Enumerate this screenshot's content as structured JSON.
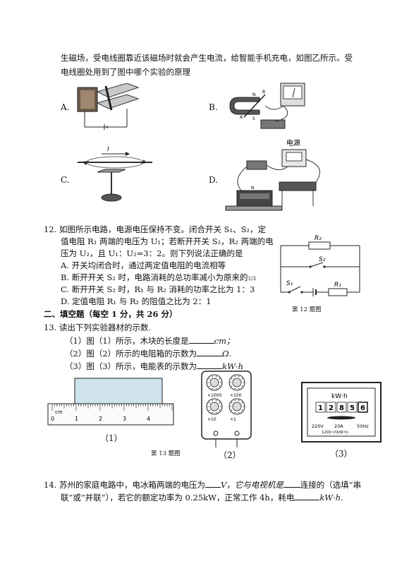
{
  "intro": {
    "line1": "生磁场，受电线圈靠近该磁场时就会产生电流，给智能手机充电，如图乙所示。受",
    "line2": "电线圈处用到了图中哪个实验的原理"
  },
  "q11": {
    "optA": "A.",
    "optB": "B.",
    "optC": "C.",
    "optD": "D.",
    "figB_n": "N",
    "figB_s": "S",
    "figB_a": "A",
    "figB_b": "B",
    "figC_i": "I",
    "figD_source": "电源",
    "figD_n": "N"
  },
  "q12": {
    "l1": "12.  如图所示电路，电源电压保持不变。闭合开关 S₁、S₂，定",
    "l2": "值电阻 R₁ 两端的电压为 U₁；若断开开关 S₂，R₂ 两端的电",
    "l3": "压为 U₂，且 U₁：U₂=3：2。则下列说法正确的是",
    "a": "A.  开关均闭合时，通过两定值电阻的电流相等",
    "b": "B.  断开开关 S₂ 时，电路消耗的总功率减小为原来的",
    "b_frac": "1/3",
    "c": "C.  断开开关 S₂ 时，R₁ 与 R₂ 消耗的功率之比为 1：3",
    "d": "D.  定值电阻 R₁ 与 R₂ 的阻值之比为 2：1",
    "fig_r2": "R₂",
    "fig_s2": "S₂",
    "fig_s1": "S₁",
    "fig_r1": "R₁",
    "caption": "第 12 题图"
  },
  "section2": {
    "title": "二、填空题（每空 1 分，共 26 分）"
  },
  "q13": {
    "stem": "13.  读出下列实验器材的示数.",
    "s1_pre": "（1）图（1）所示，木块的长度是",
    "s1_unit": "cm；",
    "s2_pre": "（2）图（2）所示的电阻箱的示数为",
    "s2_unit": "Ω.",
    "s3_pre": "（3）图（3）所示，电能表的示数为",
    "s3_unit": "kW·h",
    "ruler_unit": "cm",
    "ruler_ticks": [
      "0",
      "1",
      "2",
      "3",
      "4"
    ],
    "dial_labels": [
      "×1000",
      "×100",
      "×10",
      "×1"
    ],
    "meter_unit": "kW·h",
    "meter_digits": [
      "1",
      "2",
      "8",
      "5",
      "6"
    ],
    "meter_specs": [
      "220V",
      "20A",
      "50Hz"
    ],
    "meter_rate": "1200 r/(kW·h)",
    "fig1_label": "（1）",
    "fig2_label": "（2）",
    "fig3_label": "（3）",
    "caption": "第 13 题图"
  },
  "q14": {
    "l1_a": "14.  苏州的家庭电路中，电冰箱两端的电压为",
    "l1_b": "V，它与电视机是",
    "l1_c": "连接的（选填“串",
    "l2_a": "联”或“并联”），若它的额定功率为 0.25kW，正常工作 4h，耗电",
    "l2_b": "kW·h."
  }
}
